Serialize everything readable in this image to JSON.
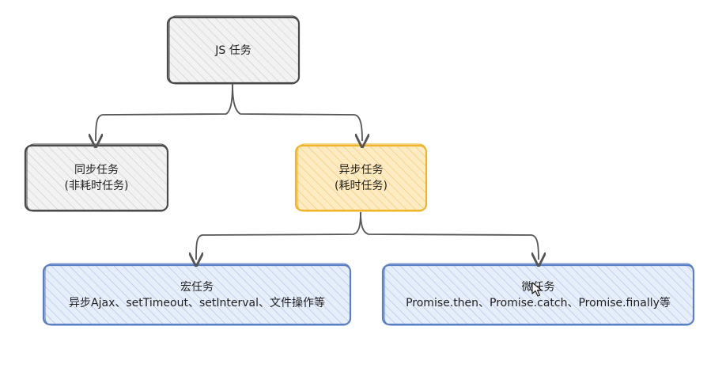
{
  "colors": {
    "stroke_dark": "#4a4a4a",
    "fill_gray": "#e8e8e8",
    "fill_orange": "#fde9bd",
    "stroke_orange": "#f0b429",
    "fill_blue": "#dbe6f5",
    "stroke_blue": "#5b7fc4",
    "arrow": "#555555"
  },
  "nodes": {
    "root": {
      "line1": "JS 任务"
    },
    "sync": {
      "line1": "同步任务",
      "line2": "(非耗时任务)"
    },
    "async": {
      "line1": "异步任务",
      "line2": "(耗时任务)"
    },
    "macro": {
      "line1": "宏任务",
      "line2": "异步Ajax、setTimeout、setInterval、文件操作等"
    },
    "micro": {
      "line1": "微任务",
      "line2": "Promise.then、Promise.catch、Promise.finally等"
    }
  },
  "icons": {
    "cursor": "mouse-pointer-icon"
  }
}
